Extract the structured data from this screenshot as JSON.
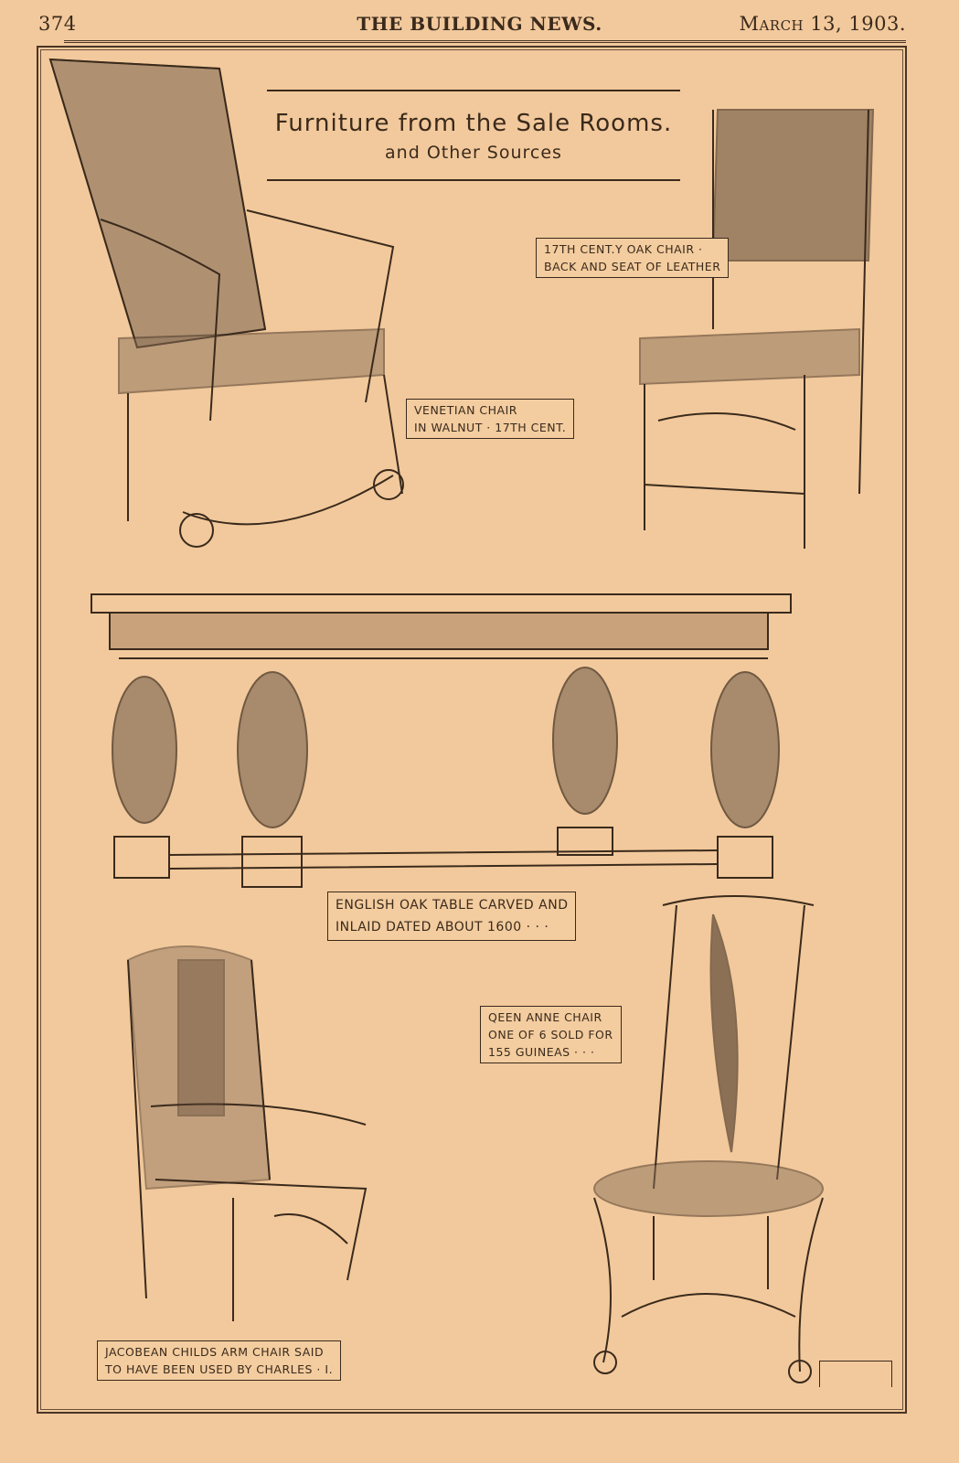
{
  "header": {
    "page_number": "374",
    "publication": "THE BUILDING NEWS.",
    "date": "March 13, 1903."
  },
  "title": {
    "line1": "Furniture from the Sale Rooms.",
    "line2": "and Other Sources"
  },
  "captions": {
    "oak_chair": [
      "17th Cent.y Oak Chair ·",
      "Back and Seat of Leather"
    ],
    "venetian_chair": [
      "Venetian Chair",
      "in Walnut · 17th Cent."
    ],
    "table": [
      "English Oak Table Carved and",
      "Inlaid Dated about 1600 · · ·"
    ],
    "queen_anne": [
      "Qeen Anne Chair",
      "One of 6 Sold for",
      "155 Guineas · · ·"
    ],
    "jacobean": [
      "Jacobean Childs Arm Chair said",
      "to Have Been Used by Charles · I."
    ]
  },
  "colors": {
    "paper": "#f2c99c",
    "ink": "#3a2a1c"
  }
}
